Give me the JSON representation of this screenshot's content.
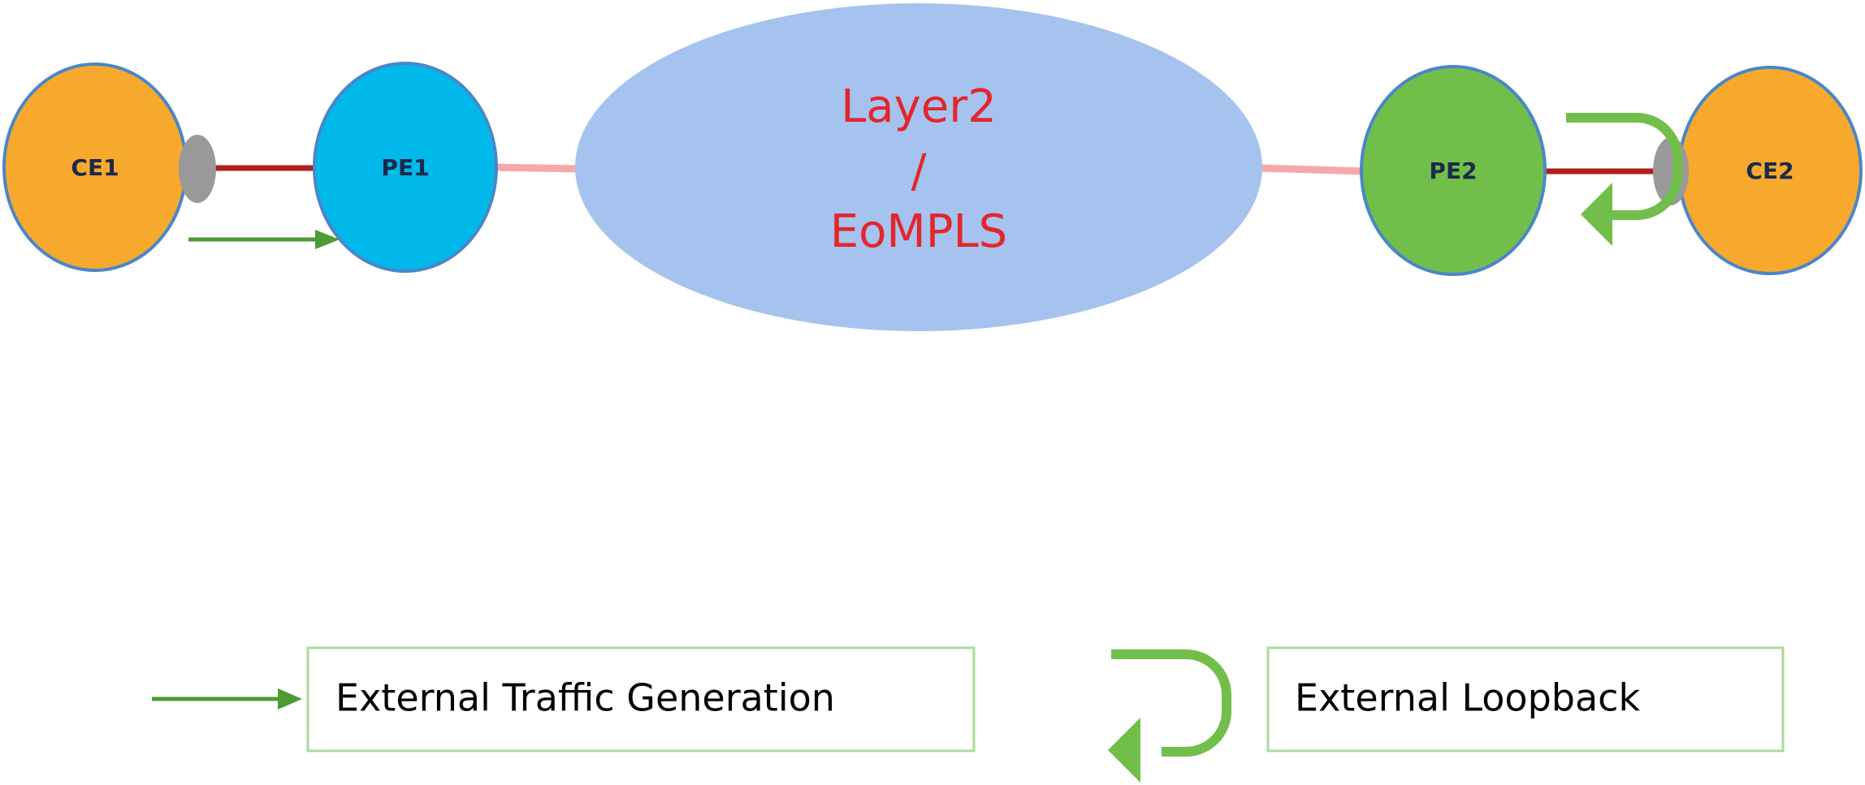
{
  "nodes": {
    "ce1": {
      "label": "CE1",
      "fill": "#F7A92E",
      "stroke": "#4A86C8"
    },
    "pe1": {
      "label": "PE1",
      "fill": "#00B9EA",
      "stroke": "#4A86C8"
    },
    "pe2": {
      "label": "PE2",
      "fill": "#72BE4B",
      "stroke": "#4A86C8"
    },
    "ce2": {
      "label": "CE2",
      "fill": "#F7A92E",
      "stroke": "#4A86C8"
    }
  },
  "node_label_color": "#1B2A4A",
  "cloud": {
    "line1": "Layer2",
    "line2": "/",
    "line3": "EoMPLS",
    "fill": "#A5C3EE",
    "text_color": "#E3262B"
  },
  "links": {
    "access_color": "#B01E1E",
    "core_color": "#F5A8A8"
  },
  "port_color": "#999999",
  "legend": {
    "traffic_generation": "External Traffic Generation",
    "loopback": "External Loopback",
    "box_border": "#A9DB9A",
    "traffic_arrow_color": "#4E9A33",
    "loopback_color": "#72BE4B"
  }
}
